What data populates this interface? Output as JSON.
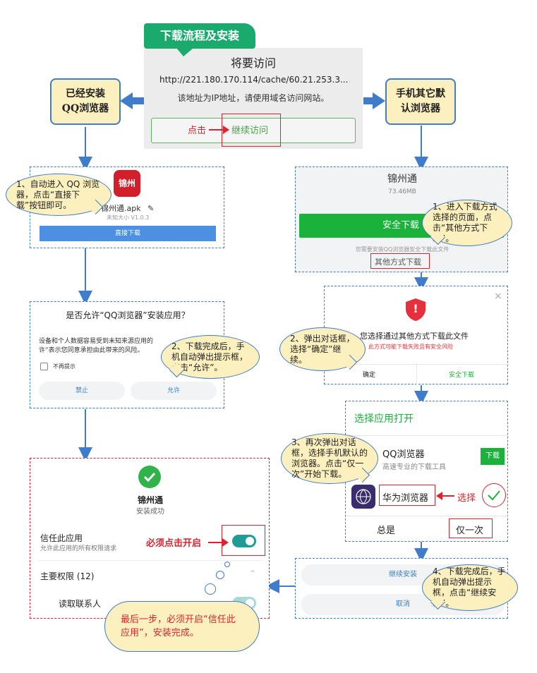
{
  "header": {
    "badge": "下载流程及安装"
  },
  "top_dialog": {
    "title": "将要访问",
    "url": "http://221.180.170.114/cache/60.21.253.3...",
    "note": "该地址为IP地址，请使用域名访问网站。",
    "click_label": "点击",
    "continue_label": "继续访问"
  },
  "left_label": "已经安装QQ浏览器",
  "right_label": "手机其它默认浏览器",
  "left_step1": {
    "bubble": "1、自动进入 QQ 浏览器，点击“直接下载”按钮即可。",
    "app_icon_text": "锦州",
    "filename": "锦州通.apk",
    "meta": "未知大小 V1.0.3",
    "download_btn": "直接下载"
  },
  "left_step2": {
    "title": "是否允许“QQ浏览器”安装应用？",
    "body": "设备和个人数据容易受到未知来源应用的攻击。点击“允许”表示您同意承担由此带来的风险。",
    "body_visible_1": "设备和个人数据容易受到未知来源应用的",
    "body_visible_2": "许”表示您同意承担由此带来的风险。",
    "checkbox": "不再提示",
    "deny": "禁止",
    "allow": "允许",
    "bubble": "2、下载完成后，手机自动弹出提示框，点击“允许”。"
  },
  "left_step3": {
    "app_name": "锦州通",
    "status": "安装成功",
    "trust_title": "信任此应用",
    "trust_desc": "允许此应用的所有权限请求",
    "must_enable": "必须点击开启",
    "permissions": "主要权限 (12)",
    "contacts": "读取联系人",
    "final_bubble": "最后一步，必须开启“信任此应用”，安装完成。"
  },
  "right_step1": {
    "app_name": "锦州通",
    "size": "73.46MB",
    "safe_download": "安全下载",
    "hint": "您需要安装QQ浏览器安全下载此文件",
    "other_download": "其他方式下载",
    "bubble": "1、进入下载方式选择的页面，点击“其他方式下载”。"
  },
  "right_step2": {
    "close": "×",
    "warn_icon": "!",
    "message": "您选择通过其他方式下载此文件",
    "risk": "此方式可能下载失败且有安全风险",
    "confirm": "确定",
    "safe_download": "安全下载",
    "bubble": "2、弹出对话框，选择“确定”继续。"
  },
  "right_step3": {
    "title": "选择应用打开",
    "qq_name": "QQ浏览器",
    "qq_desc": "高速专业的下载工具",
    "download": "下载",
    "huawei": "华为浏览器",
    "select_label": "选择",
    "always": "总是",
    "once": "仅一次",
    "bubble": "3、再次弹出对话框，选择手机默认的浏览器。点击“仅一次”开始下载。"
  },
  "right_step4": {
    "continue_install": "继续安装",
    "cancel": "取消",
    "bubble": "4、下载完成后，手机自动弹出提示框，点击“继续安装”。"
  },
  "colors": {
    "accent_blue": "#3f7cc9",
    "badge_green": "#1aaa6e",
    "red": "#d9252f",
    "bubble_fill": "#fdf0bf"
  }
}
